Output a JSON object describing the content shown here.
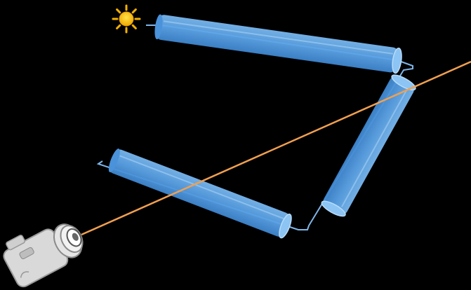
{
  "scene": {
    "background": "#000000",
    "tube_color": "#5aa2e6",
    "tube_edge_color": "#8cc4f4",
    "wire_color": "#7fb6ea",
    "ray_color": "#f0a050",
    "sun_color": "#f5b800",
    "camera_color": "#d9d9d9"
  },
  "icons": {
    "sun": "sun-icon",
    "camera": "camera-icon"
  },
  "elements": {
    "tubes": [
      "tube-top",
      "tube-right",
      "tube-left"
    ],
    "ray": "light-ray"
  }
}
